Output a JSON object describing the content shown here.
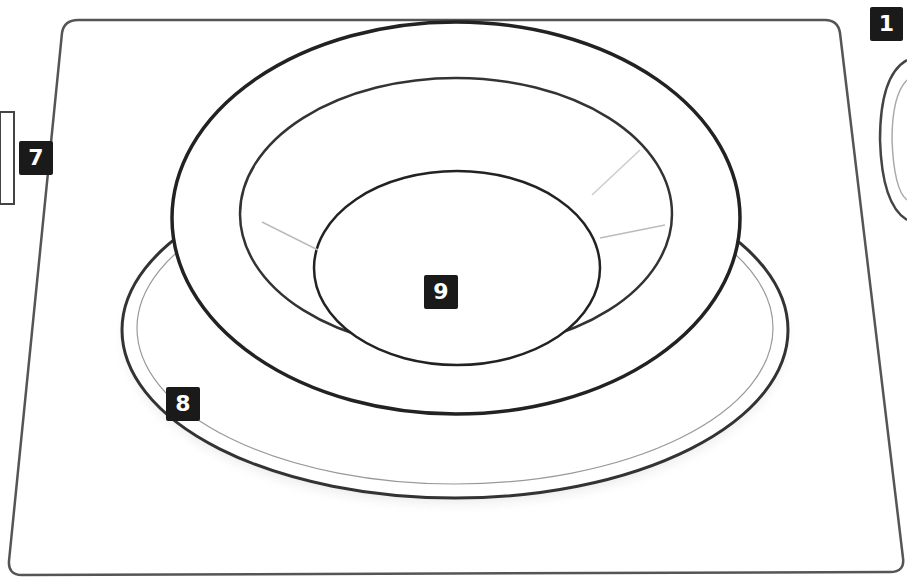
{
  "diagram": {
    "labels": [
      "1",
      "7",
      "9",
      "8"
    ]
  }
}
